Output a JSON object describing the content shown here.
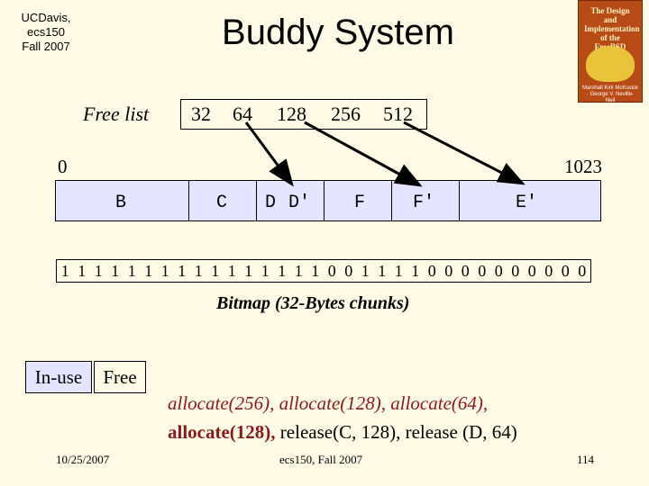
{
  "header": {
    "course_line1": "UCDavis, ecs150",
    "course_line2": "Fall 2007",
    "title": "Buddy System"
  },
  "book_cover": {
    "title": "The Design and Implementation of the FreeBSD Operating System",
    "authors": "Marshall Kirk McKusick · George V. Neville-Neil"
  },
  "free_list": {
    "label": "Free list",
    "sizes": [
      "32",
      "64",
      "128",
      "256",
      "512"
    ]
  },
  "memory": {
    "start_label": "0",
    "end_label": "1023",
    "blocks": [
      "B",
      "C",
      "D",
      "D′",
      "F",
      "F′",
      "E′"
    ]
  },
  "bitmap": {
    "bits": [
      "1",
      "1",
      "1",
      "1",
      "1",
      "1",
      "1",
      "1",
      "1",
      "1",
      "1",
      "1",
      "1",
      "1",
      "1",
      "1",
      "0",
      "0",
      "1",
      "1",
      "1",
      "1",
      "0",
      "0",
      "0",
      "0",
      "0",
      "0",
      "0",
      "0",
      "0",
      "0"
    ],
    "caption": "Bitmap (32-Bytes chunks)"
  },
  "legend": {
    "in_use": "In-use",
    "free": "Free"
  },
  "operations": {
    "line1": "allocate(256), allocate(128), allocate(64),",
    "line2_highlight": "allocate(128),",
    "line2_rest": " release(C, 128), release (D, 64)"
  },
  "footer": {
    "date": "10/25/2007",
    "course": "ecs150, Fall 2007",
    "page": "114"
  },
  "colors": {
    "background": "#fffbe6",
    "in_use_fill": "#e5e5ff",
    "highlight_text": "#8a1a1a"
  }
}
